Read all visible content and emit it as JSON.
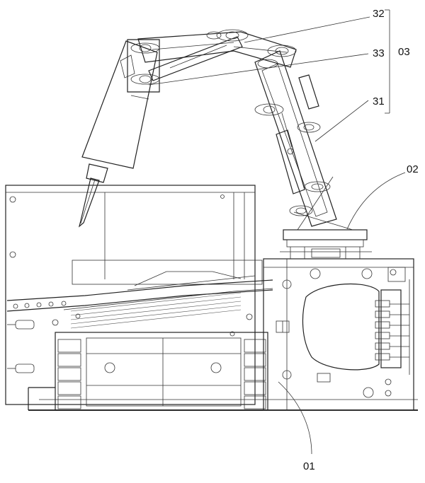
{
  "labels": {
    "l01": "01",
    "l02": "02",
    "l03": "03",
    "l31": "31",
    "l32": "32",
    "l33": "33"
  }
}
